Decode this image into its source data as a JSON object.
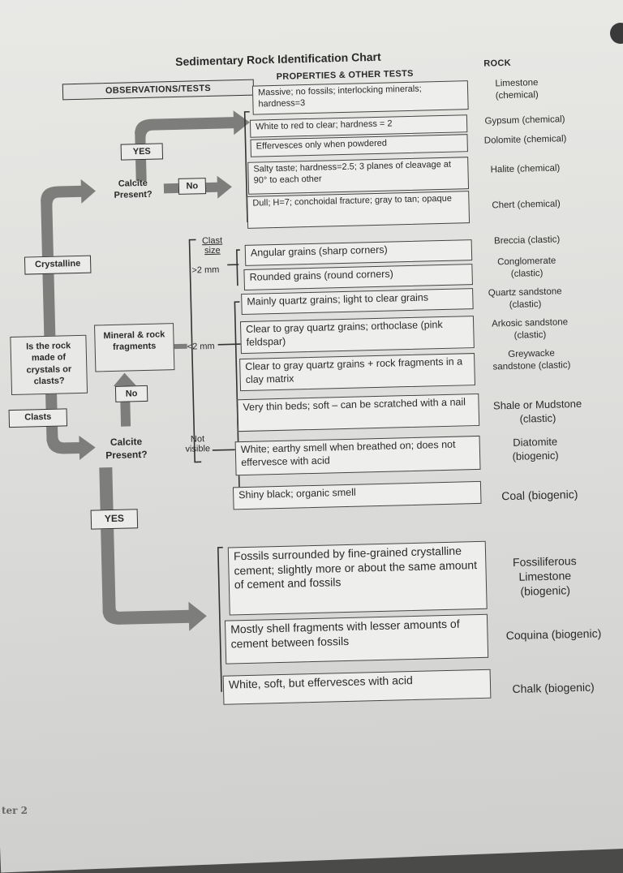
{
  "title": "Sedimentary Rock Identification Chart",
  "headers": {
    "observations": "OBSERVATIONS/TESTS",
    "properties": "PROPERTIES & OTHER TESTS",
    "rock": "ROCK"
  },
  "decision_labels": {
    "is_rock": "Is the rock made of crystals or clasts?",
    "crystalline": "Crystalline",
    "clasts": "Clasts",
    "calcite_present_top": "Calcite Present?",
    "yes_top": "YES",
    "no_top": "No",
    "mineral_rock_fragments": "Mineral & rock fragments",
    "no_mid": "No",
    "calcite_present_bottom": "Calcite Present?",
    "yes_bottom": "YES",
    "clast_size": "Clast size",
    "gt2mm": ">2 mm",
    "lt2mm": "<2 mm",
    "not_visible": "Not visible"
  },
  "rows": [
    {
      "property": "Massive; no fossils; interlocking minerals; hardness=3",
      "rock": "Limestone (chemical)"
    },
    {
      "property": "White to red to clear; hardness = 2",
      "rock": "Gypsum (chemical)"
    },
    {
      "property": "Effervesces only when powdered",
      "rock": "Dolomite (chemical)"
    },
    {
      "property": "Salty taste; hardness=2.5; 3 planes of cleavage at 90° to each other",
      "rock": "Halite (chemical)"
    },
    {
      "property": "Dull; H=7; conchoidal fracture; gray to tan; opaque",
      "rock": "Chert (chemical)"
    },
    {
      "property": "Angular grains (sharp corners)",
      "rock": "Breccia (clastic)"
    },
    {
      "property": "Rounded grains (round corners)",
      "rock": "Conglomerate (clastic)"
    },
    {
      "property": "Mainly quartz grains; light to clear grains",
      "rock": "Quartz sandstone (clastic)"
    },
    {
      "property": "Clear to gray quartz grains; orthoclase (pink feldspar)",
      "rock": "Arkosic sandstone (clastic)"
    },
    {
      "property": "Clear to gray quartz grains + rock fragments in a clay matrix",
      "rock": "Greywacke sandstone (clastic)"
    },
    {
      "property": "Very thin beds; soft – can be scratched with a nail",
      "rock": "Shale or Mudstone (clastic)"
    },
    {
      "property": "White; earthy smell when breathed on; does not effervesce with acid",
      "rock": "Diatomite (biogenic)"
    },
    {
      "property": "Shiny black; organic smell",
      "rock": "Coal (biogenic)"
    },
    {
      "property": "Fossils surrounded by fine-grained crystalline cement; slightly more or about the same amount of cement and fossils",
      "rock": "Fossiliferous Limestone (biogenic)"
    },
    {
      "property": "Mostly shell fragments with lesser amounts of cement between fossils",
      "rock": "Coquina (biogenic)"
    },
    {
      "property": "White, soft, but effervesces with acid",
      "rock": "Chalk (biogenic)"
    }
  ],
  "footer": "ter 2",
  "colors": {
    "arrow": "#7d7d7b",
    "paper": "#e4e4e2",
    "ink": "#2a2a2a"
  }
}
